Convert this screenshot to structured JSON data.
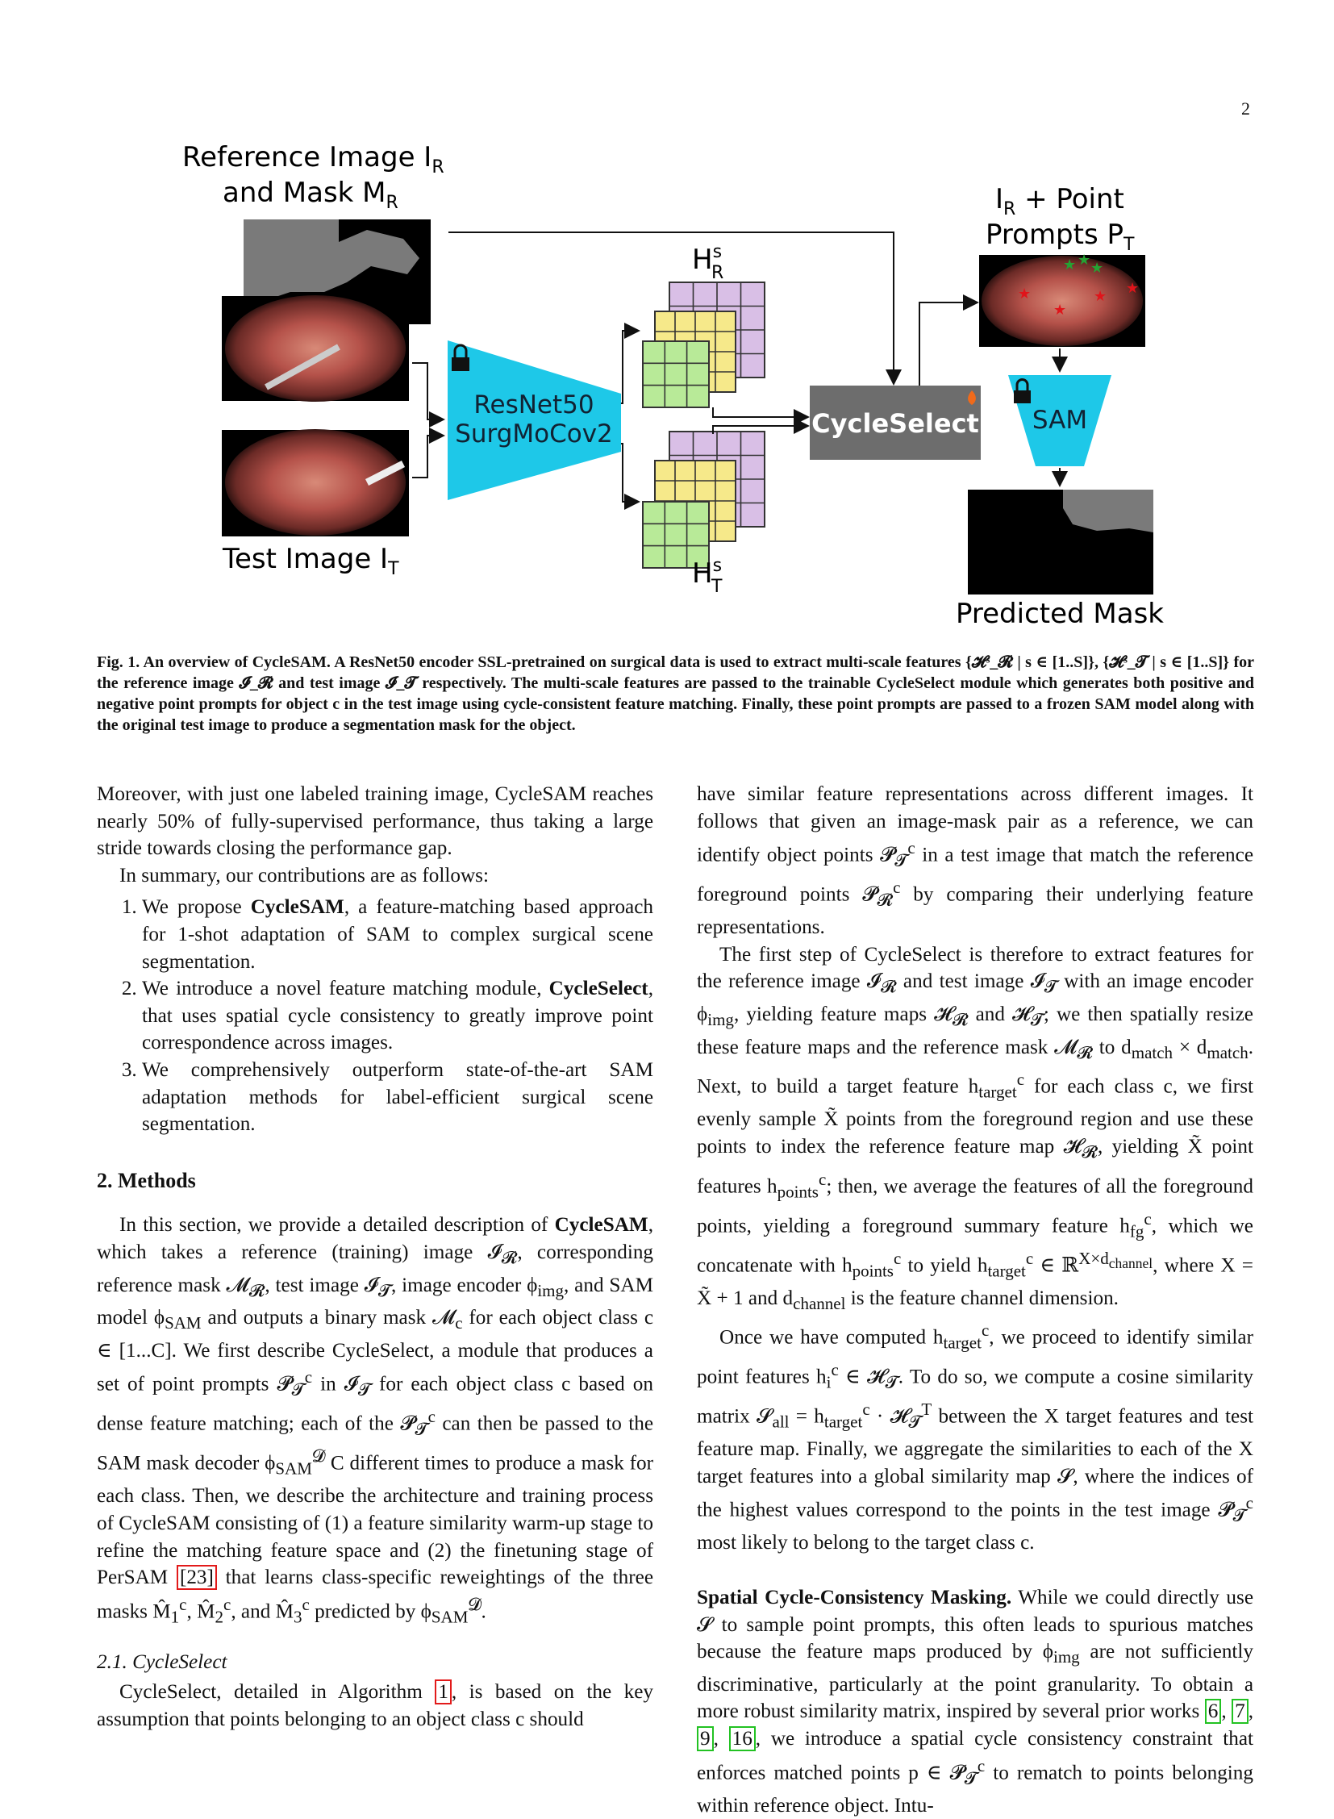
{
  "page": {
    "number": "2"
  },
  "figure": {
    "ref_label_line1": "Reference Image I",
    "ref_label_sub1": "R",
    "ref_label_line2": "and Mask M",
    "ref_label_sub2": "R",
    "test_label": "Test Image I",
    "test_label_sub": "T",
    "encoder_line1": "ResNet50",
    "encoder_line2": "SurgMoCov2",
    "feat_ref_label": "H",
    "feat_ref_sup": "s",
    "feat_ref_sub": "R",
    "feat_test_label": "H",
    "feat_test_sup": "s",
    "feat_test_sub": "T",
    "cycleselect_label": "CycleSelect",
    "prompt_label_line1_pre": "I",
    "prompt_label_line1_sub": "R",
    "prompt_label_line1_post": " + Point",
    "prompt_label_line2_pre": "Prompts P",
    "prompt_label_line2_sub": "T",
    "sam_label": "SAM",
    "pred_label": "Predicted Mask",
    "colors": {
      "encoder": "#1ec8e8",
      "cycleselect": "#6d6d6d",
      "grid_purple": "#d9bfe6",
      "grid_yellow": "#f6e98a",
      "grid_green": "#b8ea98",
      "sam": "#1ec8e8"
    }
  },
  "caption": "Fig. 1. An overview of CycleSAM. A ResNet50 encoder SSL-pretrained on surgical data is used to extract multi-scale features {𝓗ˢ_𝓡 | s ∈ [1..S]}, {𝓗ˢ_𝓣 | s ∈ [1..S]} for the reference image 𝓘_𝓡 and test image 𝓘_𝓣 respectively. The multi-scale features are passed to the trainable CycleSelect module which generates both positive and negative point prompts for object c in the test image using cycle-consistent feature matching. Finally, these point prompts are passed to a frozen SAM model along with the original test image to produce a segmentation mask for the object.",
  "left": {
    "p1": "Moreover, with just one labeled training image, CycleSAM reaches nearly 50% of fully-supervised performance, thus taking a large stride towards closing the performance gap.",
    "p2": "In summary, our contributions are as follows:",
    "li1_pre": "We propose ",
    "li1_bold": "CycleSAM",
    "li1_post": ", a feature-matching based approach for 1-shot adaptation of SAM to complex surgical scene segmentation.",
    "li2_pre": "We introduce a novel feature matching module, ",
    "li2_bold": "CycleSelect",
    "li2_post": ", that uses spatial cycle consistency to greatly improve point correspondence across images.",
    "li3": "We comprehensively outperform state-of-the-art SAM adaptation methods for label-efficient surgical scene segmentation.",
    "section": "2.  Methods",
    "p3_pre": "In this section, we provide a detailed description of ",
    "p3_bold": "CycleSAM",
    "p3_a": ", which takes a reference (training) image 𝓘",
    "p3_b": ", corresponding reference mask 𝓜",
    "p3_c": ", test image 𝓘",
    "p3_d": ", image encoder ϕ",
    "p3_e": ", and SAM model ϕ",
    "p3_f": " and outputs a binary mask 𝓜",
    "p3_g": " for each object class c ∈ [1...C]. We first describe CycleSelect, a module that produces a set of point prompts 𝓟",
    "p3_h": " in 𝓘",
    "p3_i": " for each object class c based on dense feature matching; each of the 𝓟",
    "p3_j": " can then be passed to the SAM mask decoder ϕ",
    "p3_k": " C different times to produce a mask for each class. Then, we describe the architecture and training process of CycleSAM consisting of (1) a feature similarity warm-up stage to refine the matching feature space and (2) the finetuning stage of PerSAM ",
    "p3_cite": "[23]",
    "p3_l": " that learns class-specific reweightings of the three masks M̂",
    "p3_m": ", M̂",
    "p3_n": ", and M̂",
    "p3_o": " predicted by ϕ",
    "subsection": "2.1.  CycleSelect",
    "p4_pre": "CycleSelect, detailed in Algorithm ",
    "p4_cite": "1",
    "p4_post": ", is based on the key assumption that points belonging to an object class c should"
  },
  "right": {
    "p1_a": "have similar feature representations across different images. It follows that given an image-mask pair as a reference, we can identify object points 𝓟",
    "p1_b": " in a test image that match the reference foreground points 𝓟",
    "p1_c": " by comparing their underlying feature representations.",
    "p2_a": "The first step of CycleSelect is therefore to extract features for the reference image 𝓘",
    "p2_b": " and test image 𝓘",
    "p2_c": " with an image encoder ϕ",
    "p2_d": ", yielding feature maps 𝓗",
    "p2_e": " and 𝓗",
    "p2_f": "; we then spatially resize these feature maps and the reference mask 𝓜",
    "p2_g": " to d",
    "p2_h": " × d",
    "p2_i": ". Next, to build a target feature h",
    "p2_j": " for each class c, we first evenly sample X̃ points from the foreground region and use these points to index the reference feature map 𝓗",
    "p2_k": ", yielding X̃ point features h",
    "p2_l": "; then, we average the features of all the foreground points, yielding a foreground summary feature h",
    "p2_m": ", which we concatenate with h",
    "p2_n": " to yield h",
    "p2_o": " ∈ ℝ",
    "p2_p": ", where X = X̃ + 1 and d",
    "p2_q": " is the feature channel dimension.",
    "p3_a": "Once we have computed h",
    "p3_b": ", we proceed to identify similar point features h",
    "p3_c": " ∈ 𝓗",
    "p3_d": ". To do so, we compute a cosine similarity matrix 𝓢",
    "p3_e": " = h",
    "p3_f": " · 𝓗",
    "p3_g": " between the X target features and test feature map. Finally, we aggregate the similarities to each of the X target features into a global similarity map 𝓢, where the indices of the highest values correspond to the points in the test image 𝓟",
    "p3_h": " most likely to belong to the target class c.",
    "p4_head": "Spatial Cycle-Consistency Masking.",
    "p4_a": " While we could directly use 𝓢 to sample point prompts, this often leads to spurious matches because the feature maps produced by ϕ",
    "p4_b": " are not sufficiently discriminative, particularly at the point granularity. To obtain a more robust similarity matrix, inspired by several prior works ",
    "cites": [
      "6",
      "7",
      "9",
      "16"
    ],
    "p4_c": ", we introduce a spatial cycle consistency constraint that enforces matched points p ∈ 𝓟",
    "p4_d": " to rematch to points belonging within reference object. Intu-"
  }
}
